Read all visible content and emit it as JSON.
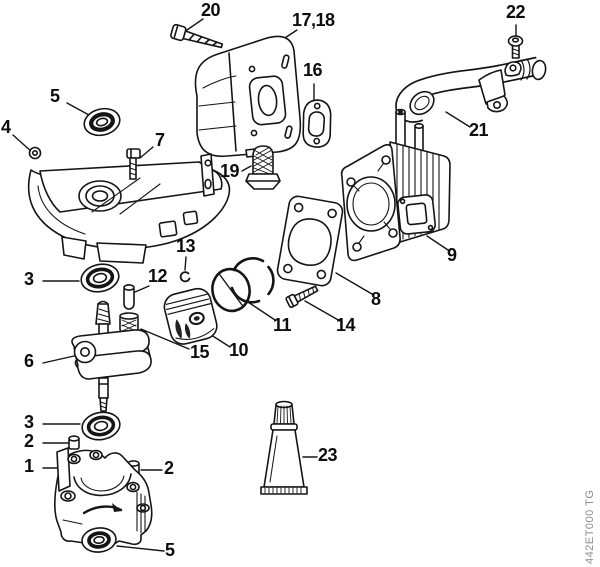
{
  "callouts": {
    "n1": "1",
    "n2": "2",
    "n3": "3",
    "n4": "4",
    "n5": "5",
    "n6": "6",
    "n7": "7",
    "n8": "8",
    "n9": "9",
    "n10": "10",
    "n11": "11",
    "n12": "12",
    "n13": "13",
    "n14": "14",
    "n15": "15",
    "n16": "16",
    "n17_18": "17,18",
    "n19": "19",
    "n20": "20",
    "n21": "21",
    "n22": "22",
    "n23": "23"
  },
  "watermark": "442ET000 TG",
  "line_color": "#151515",
  "background": "#ffffff"
}
